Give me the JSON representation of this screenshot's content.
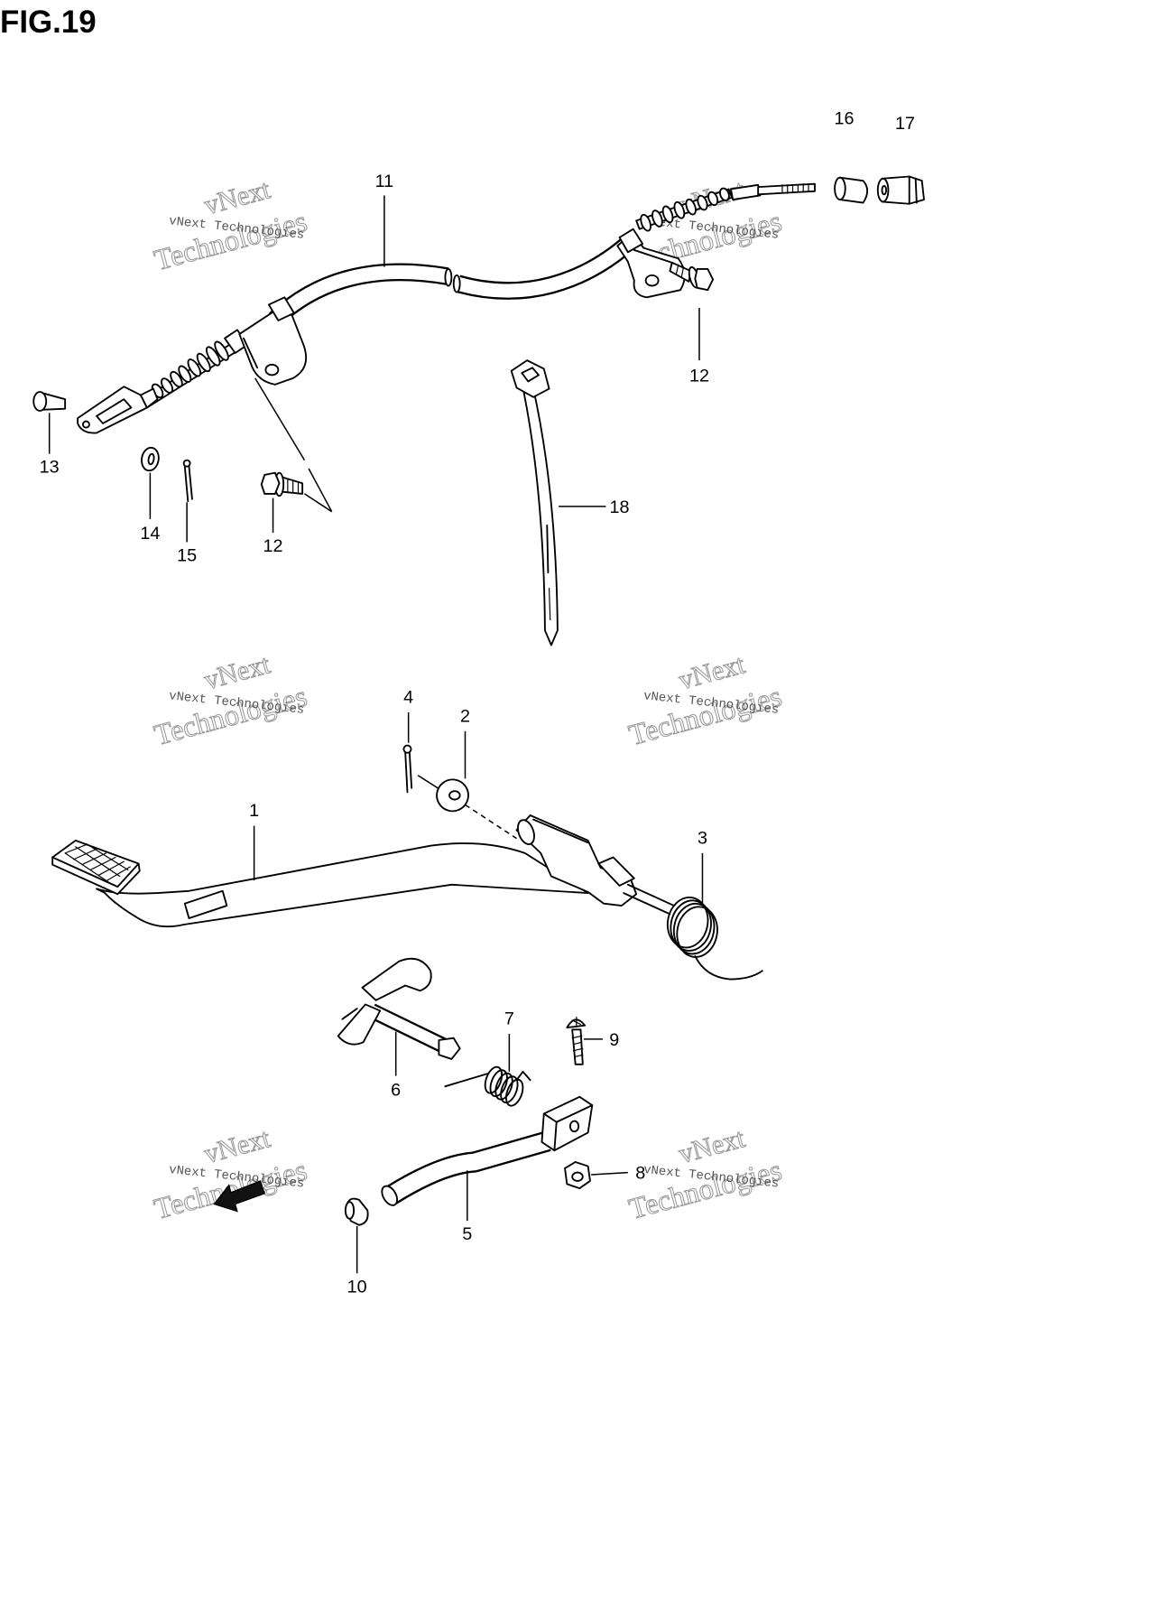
{
  "figure": {
    "title": "FIG.19"
  },
  "callouts": [
    {
      "label": "11"
    },
    {
      "label": "16"
    },
    {
      "label": "17"
    },
    {
      "label": "12"
    },
    {
      "label": "13"
    },
    {
      "label": "14"
    },
    {
      "label": "15"
    },
    {
      "label": "12"
    },
    {
      "label": "18"
    },
    {
      "label": "4"
    },
    {
      "label": "2"
    },
    {
      "label": "1"
    },
    {
      "label": "3"
    },
    {
      "label": "7"
    },
    {
      "label": "9"
    },
    {
      "label": "6"
    },
    {
      "label": "8"
    },
    {
      "label": "5"
    },
    {
      "label": "10"
    }
  ],
  "watermark": {
    "brand": "vNext",
    "word": "Technologies",
    "small": "vNext Technologies"
  },
  "colors": {
    "line": "#000000",
    "background": "#ffffff",
    "watermark": "#9a9a9a"
  }
}
